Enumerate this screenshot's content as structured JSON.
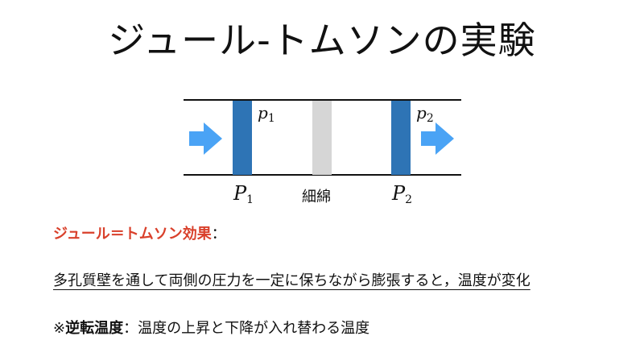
{
  "title": "ジュール-トムソンの実験",
  "diagram": {
    "colors": {
      "plug": "#2e74b5",
      "cotton": "#d6d6d6",
      "arrow": "#4aa3f5",
      "line": "#111111"
    },
    "labels": {
      "p1_base": "p",
      "p1_sub": "1",
      "p2_base": "p",
      "p2_sub": "2",
      "P1_base": "P",
      "P1_sub": "1",
      "P2_base": "P",
      "P2_sub": "2",
      "cotton": "細綿"
    }
  },
  "definition": {
    "term": "ジュール＝トムソン効果",
    "colon": "：",
    "description": "多孔質壁を通して両側の圧力を一定に保ちながら膨張すると，温度が変化",
    "note_mark": "※",
    "note_term": "逆転温度",
    "note_colon": "：",
    "note_text": "温度の上昇と下降が入れ替わる温度"
  }
}
